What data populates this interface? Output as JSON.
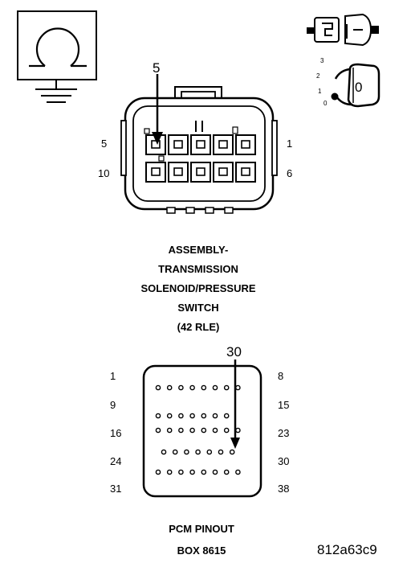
{
  "ohmmeter": {
    "symbol": "Ω"
  },
  "key": {
    "positions": [
      "3",
      "2",
      "1",
      "0"
    ],
    "key_label": "0"
  },
  "connector": {
    "probe_pin": "5",
    "left_top": "5",
    "right_top": "1",
    "left_bottom": "10",
    "right_bottom": "6"
  },
  "title_lines": [
    "ASSEMBLY-",
    "TRANSMISSION",
    "SOLENOID/PRESSURE",
    "SWITCH",
    "(42 RLE)"
  ],
  "pcm": {
    "probe_pin": "30",
    "left_pins": [
      "1",
      "9",
      "16",
      "24",
      "31"
    ],
    "right_pins": [
      "8",
      "15",
      "23",
      "30",
      "38"
    ],
    "caption_lines": [
      "PCM PINOUT",
      "BOX 8615"
    ]
  },
  "figure_id": "812a63c9"
}
